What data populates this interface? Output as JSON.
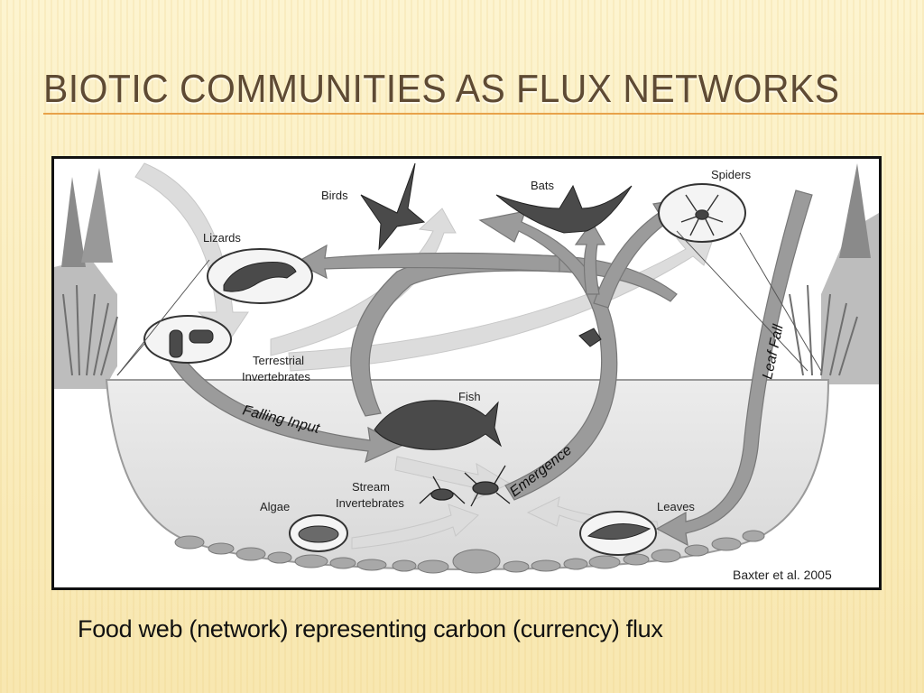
{
  "slide": {
    "title": "BIOTIC COMMUNITIES AS FLUX NETWORKS",
    "caption": "Food web (network) representing carbon (currency) flux"
  },
  "figure": {
    "credit": "Baxter et al. 2005",
    "nodes": {
      "birds": "Birds",
      "bats": "Bats",
      "spiders": "Spiders",
      "lizards": "Lizards",
      "terrestrial_line1": "Terrestrial",
      "terrestrial_line2": "Invertebrates",
      "fish": "Fish",
      "stream_line1": "Stream",
      "stream_line2": "Invertebrates",
      "algae": "Algae",
      "leaves": "Leaves"
    },
    "flows": {
      "falling_input": "Falling Input",
      "emergence": "Emergence",
      "leaf_fall": "Leaf Fall"
    }
  },
  "colors": {
    "title": "#5e4a33",
    "rule": "#e8a24a",
    "water": "#e6e6e6",
    "arrow_dark": "#8c8c8c",
    "arrow_light": "#d4d4d4"
  }
}
